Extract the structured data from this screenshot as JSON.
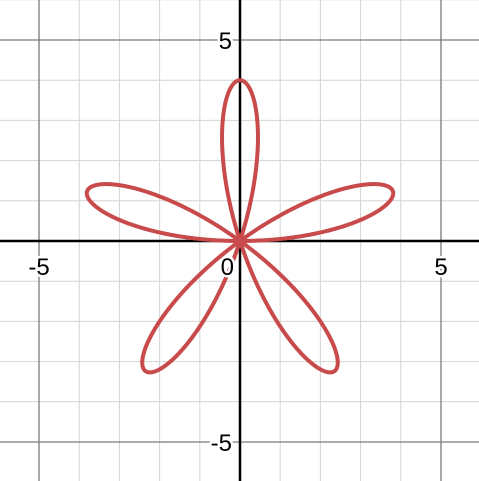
{
  "chart_data": {
    "type": "line",
    "title": "",
    "xlabel": "",
    "ylabel": "",
    "xlim": [
      -6,
      6
    ],
    "ylim": [
      -6,
      6
    ],
    "grid": true,
    "minor_step": 1,
    "major_step": 5,
    "x_tick_labels": [
      {
        "value": -5,
        "text": "-5"
      },
      {
        "value": 0,
        "text": "0"
      },
      {
        "value": 5,
        "text": "5"
      }
    ],
    "y_tick_labels": [
      {
        "value": 5,
        "text": "5"
      },
      {
        "value": -5,
        "text": "-5"
      }
    ],
    "series": [
      {
        "curve": "polar rose",
        "r": "4*sin(5*theta)",
        "theta_range": [
          0,
          3.14159
        ],
        "petals": 5,
        "petal_tips": [
          [
            0,
            4
          ],
          [
            3.8,
            1.24
          ],
          [
            2.35,
            -3.24
          ],
          [
            -2.35,
            -3.24
          ],
          [
            -3.8,
            1.24
          ]
        ],
        "color": "#c84a4a"
      }
    ],
    "colors": {
      "grid_minor": "#d4d4d4",
      "grid_major": "#7a7a7a",
      "axis": "#000000"
    }
  }
}
